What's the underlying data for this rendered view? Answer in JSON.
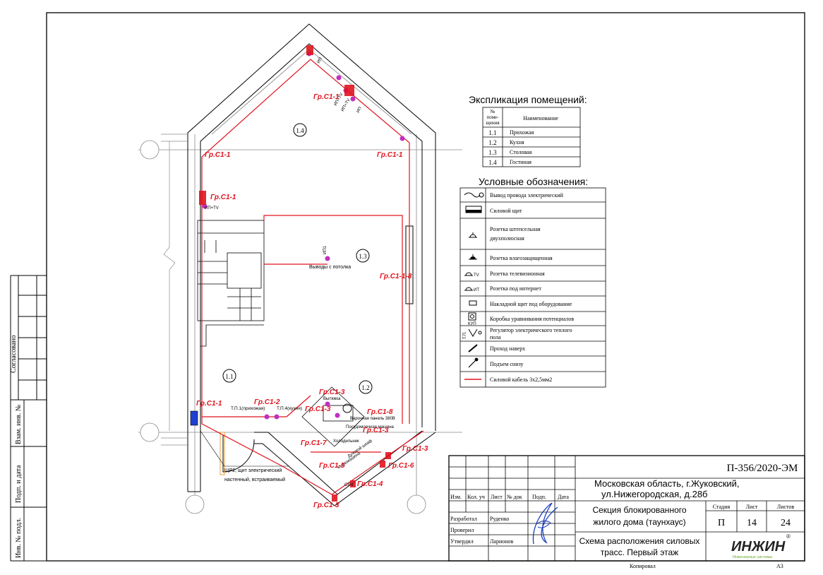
{
  "colors": {
    "cable": "#e0141e",
    "linework": "#000000",
    "gridline": "#8a8a8a",
    "logo_green": "#6aaa2a",
    "signature": "#1a3fbf",
    "panel_blue": "#1f3fd0"
  },
  "explication": {
    "title": "Экспликация помещений:",
    "header_no": [
      "№",
      "поме-",
      "щения"
    ],
    "header_name": "Наименование",
    "rows": [
      {
        "no": "1.1",
        "name": "Прихожая"
      },
      {
        "no": "1.2",
        "name": "Кухня"
      },
      {
        "no": "1.3",
        "name": "Столовая"
      },
      {
        "no": "1.4",
        "name": "Гостиная"
      }
    ]
  },
  "legend": {
    "title": "Условные обозначения:",
    "items": [
      {
        "icon": "wire-outlet-icon",
        "label": "Вывод провода электрический"
      },
      {
        "icon": "power-panel-icon",
        "label": "Силовой щит"
      },
      {
        "icon": "socket-icon",
        "label": "Розетка штепсельная двухполюсная"
      },
      {
        "icon": "waterproof-socket-icon",
        "label": "Розетка влагозащищенная"
      },
      {
        "icon": "tv-socket-icon",
        "label": "Розетка телевизионная",
        "icon_text": "TV"
      },
      {
        "icon": "internet-socket-icon",
        "label": "Розетка под интернет",
        "icon_text": "ИТ"
      },
      {
        "icon": "surface-box-icon",
        "label": "Накладной щит под оборудование"
      },
      {
        "icon": "equipotential-box-icon",
        "label": "Коробка уравнивания потенциалов",
        "icon_text": "КУП"
      },
      {
        "icon": "floor-heating-regulator-icon",
        "label": "Регулятор электрического теплого пола",
        "icon_text": "Т.П."
      },
      {
        "icon": "pass-up-icon",
        "label": "Проход наверх"
      },
      {
        "icon": "rise-from-below-icon",
        "label": "Подъем снизу"
      },
      {
        "icon": "power-cable-icon",
        "label": "Силовой кабель 3х2,5мм2"
      }
    ]
  },
  "plan": {
    "rooms": [
      "1.1",
      "1.2",
      "1.3",
      "1.4"
    ],
    "circuit_labels": [
      "Гр.С1-1",
      "Гр.С1-1",
      "Гр.С1-1",
      "Гр.С1-1",
      "Гр.С1-1-8",
      "Гр.С1-1",
      "Гр.С1-2",
      "Гр.С1-3",
      "Гр.С1-3",
      "Гр.С1-8",
      "Гр.С1-3",
      "Гр.С1-7",
      "Гр.С1-3",
      "Гр.С1-5",
      "Гр.С1-6",
      "Гр.С1-4",
      "Гр.С1-3"
    ],
    "notes": {
      "ceiling_outputs": "Выводы с потолка",
      "tp1": "Т.П.1(прихожая)",
      "tp4": "Т.П.4(кухня)",
      "hob": "Варочная панель 380В",
      "dishwasher": "Посудомоечная машина",
      "fridge": "Холодильник",
      "hood": "Вытяжка",
      "oven": "Духовой шкаф",
      "microwave": "Микроволн.печь",
      "coffee": "Кофемашина",
      "mw": "СВЧ",
      "panel": [
        "ЩР2, щит электрический",
        "настенный, встраиваемый"
      ],
      "tags": [
        "ИП",
        "ИП+TV",
        "ИП+TV",
        "ИП",
        "ИП+TV",
        "ИП1"
      ]
    }
  },
  "sidebar": {
    "soglasovano": "Согласовано",
    "vzam_inv": "Взам. инв. №",
    "podp_data": "Подп. и дата",
    "inv_podl": "Инв. № подл."
  },
  "title_block": {
    "code": "П-356/2020-ЭМ",
    "address": [
      "Московская область, г.Жуковский,",
      "ул.Нижегородская, д.28б"
    ],
    "col_headers": [
      "Изм.",
      "Кол. уч",
      "Лист",
      "№ док",
      "Подп.",
      "Дата"
    ],
    "roles": [
      {
        "role": "Разработал",
        "name": "Руденко"
      },
      {
        "role": "Проверил",
        "name": ""
      },
      {
        "role": "Утвердил",
        "name": "Ларионов"
      }
    ],
    "object": [
      "Секция блокированного",
      "жилого дома (таунхаус)"
    ],
    "stage_label": "Стадия",
    "stage": "П",
    "sheet_label": "Лист",
    "sheet": "14",
    "sheets_label": "Листов",
    "sheets": "24",
    "drawing_title": [
      "Схема расположения силовых",
      "трасс. Первый этаж"
    ],
    "logo": "ИНЖИН",
    "logo_sub": "Инженерные системы",
    "logo_reg": "®"
  },
  "footer": {
    "copied": "Копировал",
    "format": "А3"
  }
}
